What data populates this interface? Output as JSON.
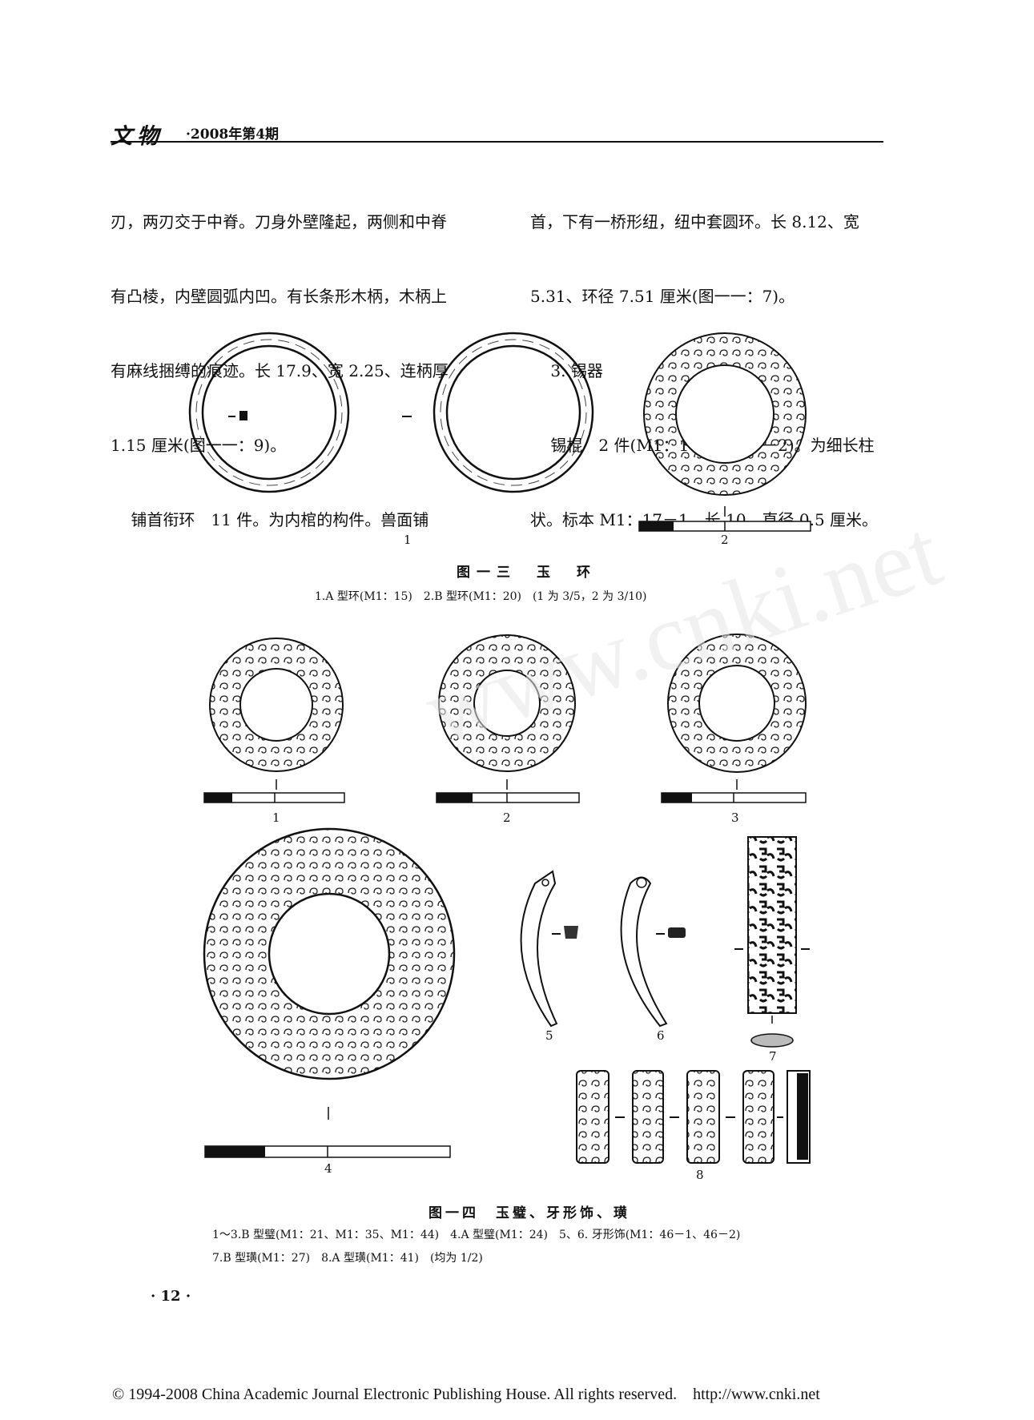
{
  "header": {
    "journal": "文物",
    "issue": "·2008年第4期"
  },
  "left_column": {
    "lines": [
      "刃，两刃交于中脊。刀身外壁隆起，两侧和中脊",
      "有凸棱，内壁圆弧内凹。有长条形木柄，木柄上",
      "有麻线捆缚的痕迹。长 17.9、宽 2.25、连柄厚",
      "1.15 厘米(图一一：9)。",
      "    铺首衔环　11 件。为内棺的构件。兽面铺"
    ]
  },
  "right_column": {
    "lines": [
      "首，下有一桥形纽，纽中套圆环。长 8.12、宽",
      "5.31、环径 7.51 厘米(图一一：7)。",
      "    3. 锡器",
      "    锡棍　2 件(M1：17－1、17－2)。为细长柱",
      "状。标本 M1：17－1，长 10、直径 0.5 厘米。"
    ]
  },
  "figure13": {
    "caption": "图一三　玉　环",
    "note": "1.A 型环(M1：15)　2.B 型环(M1：20)　(1 为 3/5，2 为 3/10)",
    "labels": [
      "1",
      "2"
    ]
  },
  "figure14": {
    "caption": "图一四　玉璧、牙形饰、璜",
    "note1": "1～3.B 型璧(M1：21、M1：35、M1：44)　4.A 型璧(M1：24)　5、6. 牙形饰(M1：46－1、46－2)",
    "note2": "7.B 型璜(M1：27)　8.A 型璜(M1：41)　(均为 1/2)",
    "labels": [
      "1",
      "2",
      "3",
      "4",
      "5",
      "6",
      "7",
      "8"
    ]
  },
  "watermark": "www.cnki.net",
  "page_number": "· 12 ·",
  "footer": "© 1994-2008 China Academic Journal Electronic Publishing House. All rights reserved.    http://www.cnki.net"
}
